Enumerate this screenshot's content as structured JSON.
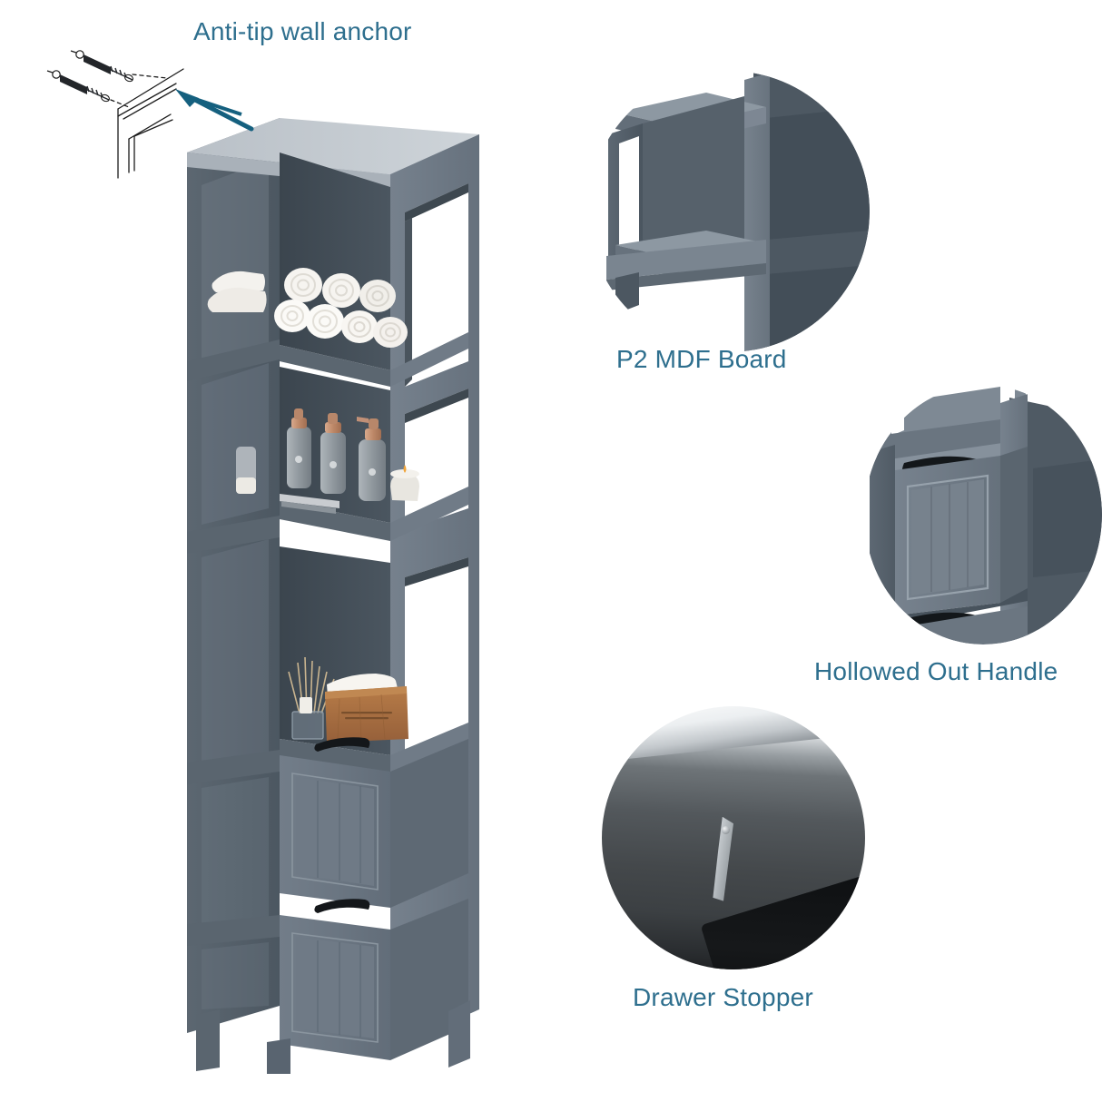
{
  "page": {
    "type": "product-infographic",
    "subject": "Tall slim bathroom storage cabinet with 3 open shelves and 2 drawers",
    "background_color": "#ffffff",
    "label_color": "#2e6f8e",
    "arrow_color": "#15607f"
  },
  "palette": {
    "cabinet_top_light": "#c4cad0",
    "cabinet_front_face": "#6d7884",
    "cabinet_side_panel": "#59646f",
    "cabinet_interior_dark": "#414b55",
    "cabinet_interior_mid": "#4d5862",
    "cabinet_edge_highlight": "#8d98a3",
    "handle_cutout": "#15181b",
    "towel_white": "#f3f1ed",
    "bottle_grey": "#9aa2a8",
    "bottle_cap_rose_gold": "#c08f74",
    "tissue_box_kraft": "#a9703f",
    "line_art_stroke": "#1b1b1b"
  },
  "callouts": [
    {
      "id": "anti-tip",
      "label": "Anti-tip wall anchor",
      "icon": "wall-anchor-icon",
      "graphic": "line-drawing of two screws with wall plugs pointing toward a wall corner",
      "has_arrow": true,
      "arrow_points_to": "cabinet-top"
    },
    {
      "id": "p2-mdf",
      "label": "P2 MDF Board",
      "icon": "shelf-detail-icon",
      "graphic": "circular closeup of shelf and panel joinery"
    },
    {
      "id": "hollowed-handle",
      "label": "Hollowed Out Handle",
      "icon": "drawer-detail-icon",
      "graphic": "circular closeup of drawer front with cut-out finger pull"
    },
    {
      "id": "drawer-stopper",
      "label": "Drawer Stopper",
      "icon": "stopper-detail-icon",
      "graphic": "circular photo closeup of plastic drawer stop clip with screw"
    }
  ],
  "cabinet": {
    "name": "tall-slim-storage-cabinet",
    "open_shelves": 3,
    "drawers": 2,
    "legs": 4,
    "shelf_contents": [
      {
        "shelf": 1,
        "items": [
          "rolled white towels",
          "folded white towels"
        ],
        "count": 7
      },
      {
        "shelf": 2,
        "items": [
          "grey pump bottles",
          "lit candle",
          "folded cloths"
        ],
        "bottles": 3
      },
      {
        "shelf": 3,
        "items": [
          "reed diffuser",
          "kraft tissue box"
        ]
      }
    ],
    "drawer_detail": {
      "front_style": "shaker panel with vertical beadboard grooves",
      "handle_style": "hollowed out cut-out pull"
    }
  }
}
